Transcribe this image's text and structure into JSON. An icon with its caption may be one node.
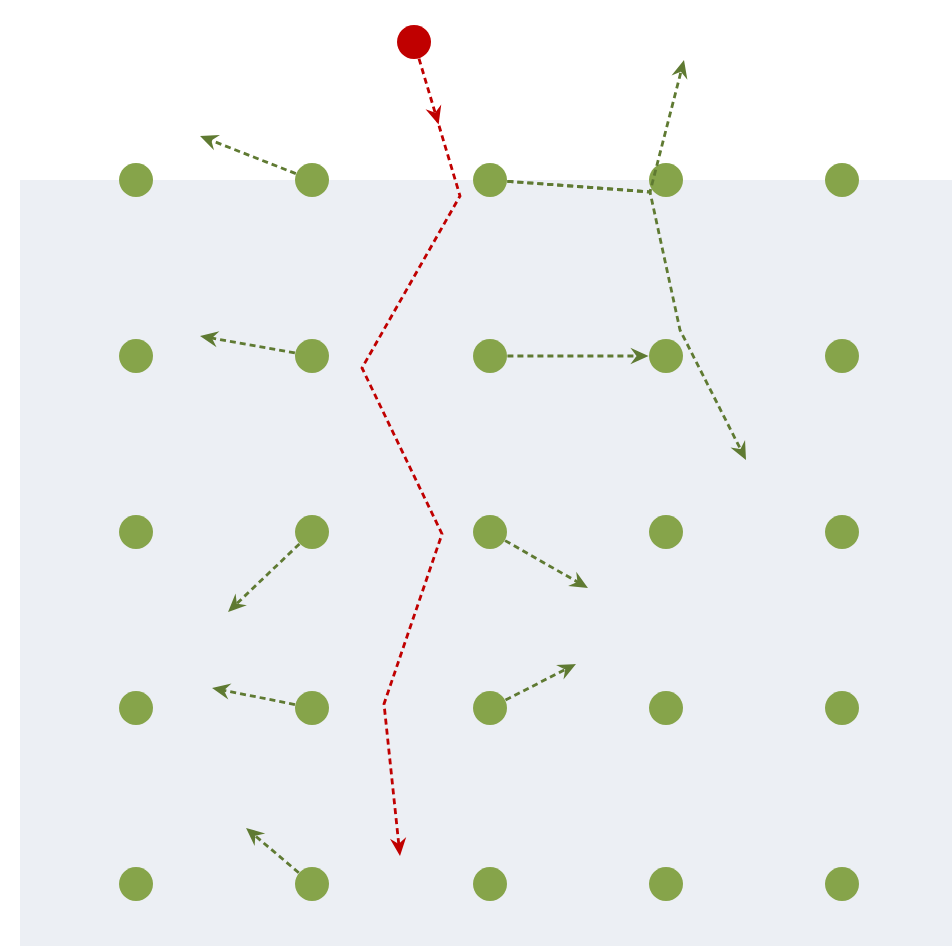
{
  "diagram": {
    "nodes": [
      {
        "text": [],
        "shape": "circle"
      },
      {
        "text": [],
        "shape": "circle"
      },
      {
        "text": [],
        "shape": "circle"
      },
      {
        "text": [],
        "shape": "circle"
      },
      {
        "text": [],
        "shape": "circle"
      },
      {
        "text": [],
        "shape": "circle"
      },
      {
        "text": [],
        "shape": "circle"
      },
      {
        "text": [],
        "shape": "circle"
      },
      {
        "text": [],
        "shape": "circle"
      },
      {
        "text": [],
        "shape": "circle"
      },
      {
        "text": [],
        "shape": "circle"
      },
      {
        "text": [],
        "shape": "circle"
      },
      {
        "text": [],
        "shape": "circle"
      },
      {
        "text": [],
        "shape": "circle"
      },
      {
        "text": [],
        "shape": "circle"
      },
      {
        "text": [],
        "shape": "circle"
      },
      {
        "text": [],
        "shape": "circle"
      },
      {
        "text": [],
        "shape": "circle"
      },
      {
        "text": [],
        "shape": "circle"
      },
      {
        "text": [],
        "shape": "circle"
      },
      {
        "text": [],
        "shape": "circle"
      },
      {
        "text": [],
        "shape": "circle"
      },
      {
        "text": [],
        "shape": "circle"
      },
      {
        "text": [],
        "shape": "circle"
      },
      {
        "text": [],
        "shape": "circle"
      },
      {
        "text": [],
        "shape": "circle"
      }
    ],
    "edges": [
      {
        "from": 25,
        "to": null,
        "arrow": "to",
        "style": "dashed",
        "color": "#c00000"
      },
      {
        "from": 1,
        "to": null,
        "arrow": "to",
        "style": "dashed"
      },
      {
        "from": 2,
        "to": null,
        "arrow": "to",
        "style": "dashed"
      },
      {
        "from": 2,
        "to": null,
        "arrow": "to",
        "style": "dashed"
      },
      {
        "from": 6,
        "to": null,
        "arrow": "to",
        "style": "dashed"
      },
      {
        "from": 7,
        "to": 8,
        "arrow": "to",
        "style": "dashed"
      },
      {
        "from": 11,
        "to": null,
        "arrow": "to",
        "style": "dashed"
      },
      {
        "from": 12,
        "to": null,
        "arrow": "to",
        "style": "dashed"
      },
      {
        "from": 16,
        "to": null,
        "arrow": "to",
        "style": "dashed"
      },
      {
        "from": 17,
        "to": null,
        "arrow": "to",
        "style": "dashed"
      },
      {
        "from": 21,
        "to": null,
        "arrow": "to",
        "style": "dashed"
      }
    ]
  }
}
